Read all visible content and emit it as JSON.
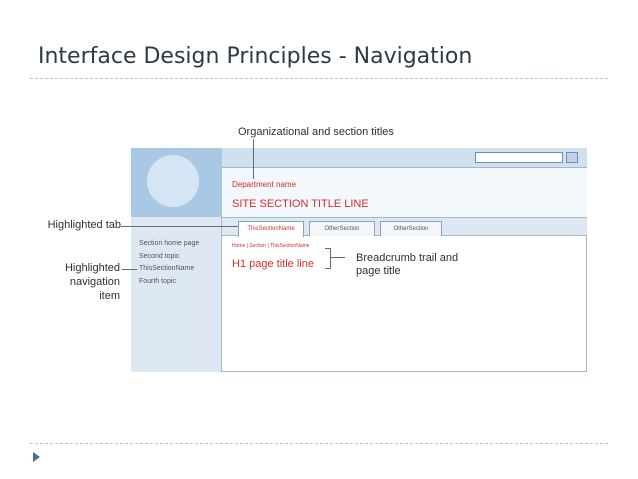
{
  "slide": {
    "title": "Interface Design Principles - Navigation"
  },
  "annotations": {
    "org_titles": "Organizational and section titles",
    "highlighted_tab": "Highlighted tab",
    "highlighted_nav_line1": "Highlighted",
    "highlighted_nav_line2": "navigation",
    "highlighted_nav_line3": "item",
    "breadcrumb_line1": "Breadcrumb trail and",
    "breadcrumb_line2": "page title"
  },
  "wireframe": {
    "department_name": "Department name",
    "site_section_title": "SITE SECTION TITLE LINE",
    "tabs": [
      "ThisSectionName",
      "OtherSection",
      "OtherSection"
    ],
    "breadcrumb": "Home | Section | ThisSectionName",
    "h1_title": "H1 page title line",
    "nav_items": [
      "Section home page",
      "Second topic",
      "ThisSectionName",
      "Fourth topic"
    ]
  },
  "colors": {
    "accent_red": "#d3302b",
    "wire_blue": "#a9c8e3",
    "title_text": "#2e3a46",
    "bullet": "#4a6e93"
  }
}
